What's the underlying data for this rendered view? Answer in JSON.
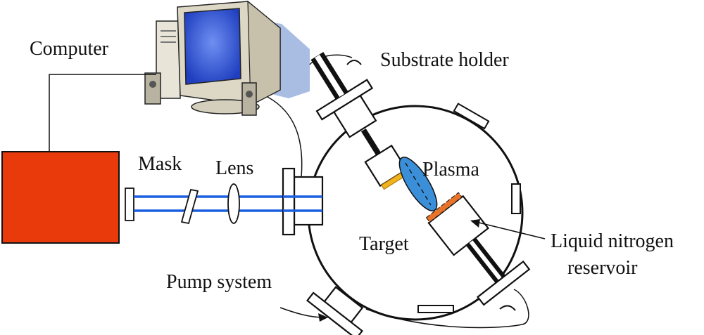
{
  "labels": {
    "computer": "Computer",
    "substrate_holder": "Substrate holder",
    "mask": "Mask",
    "lens": "Lens",
    "plasma": "Plasma",
    "target": "Target",
    "liquid_nitrogen_line1": "Liquid nitrogen",
    "liquid_nitrogen_line2": "reservoir",
    "pump_system": "Pump system"
  },
  "colors": {
    "laser": "#e83a0a",
    "beam": "#1a5fe0",
    "plume": "#3b8fd8",
    "target_layer": "#e8732a",
    "substrate": "#f0b21e",
    "monitor_screen": "#3358d8",
    "shadow": "#a9bde3",
    "stroke": "#111111"
  }
}
